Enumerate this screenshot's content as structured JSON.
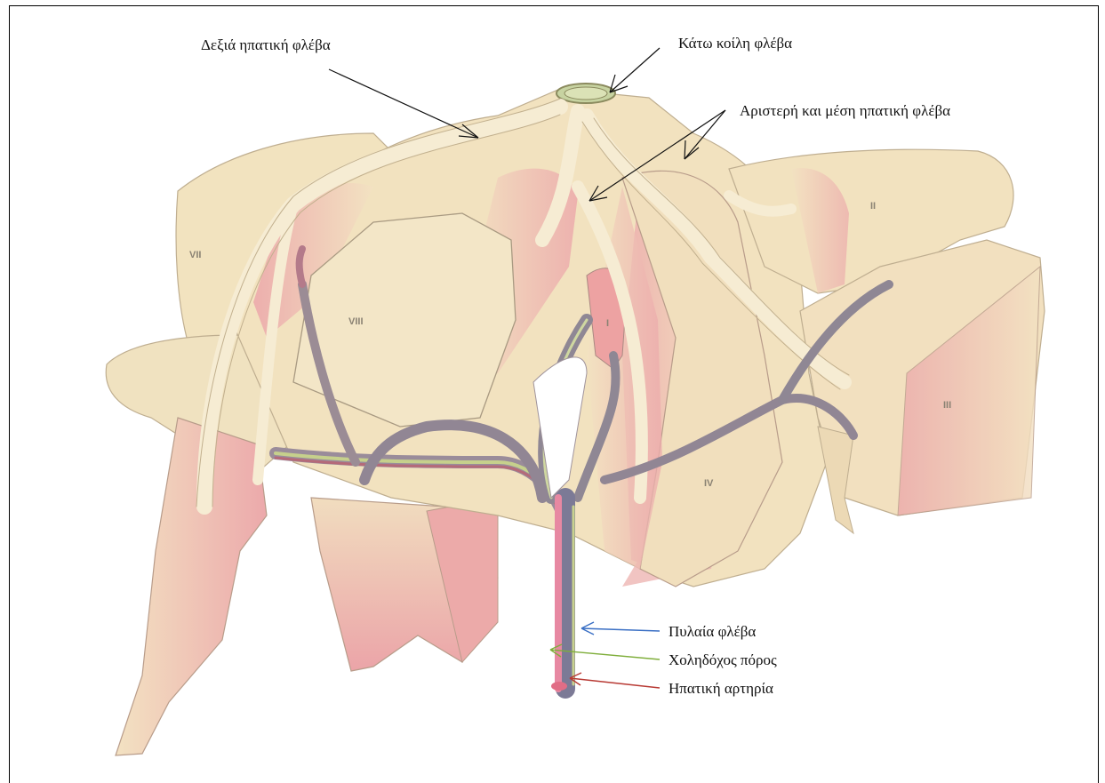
{
  "labels": {
    "right_hepatic_vein": "Δεξιά ηπατική φλέβα",
    "inferior_vena_cava": "Κάτω κοίλη φλέβα",
    "left_middle_hepatic_vein": "Αριστερή και μέση ηπατική φλέβα",
    "portal_vein": "Πυλαία φλέβα",
    "bile_duct": "Χοληδόχος πόρος",
    "hepatic_artery": "Ηπατική αρτηρία"
  },
  "segments": {
    "i": "I",
    "ii": "II",
    "iii": "III",
    "iv": "IV",
    "vii": "VII",
    "viii": "VIII"
  },
  "colors": {
    "liver_base": "#f2e3bf",
    "liver_pink": "#eeb0b0",
    "vein": "#f6ecd3",
    "portal_vein_arrow": "#3a6fc4",
    "bile_duct_arrow": "#7fae3b",
    "hepatic_artery_arrow": "#b83a34"
  }
}
